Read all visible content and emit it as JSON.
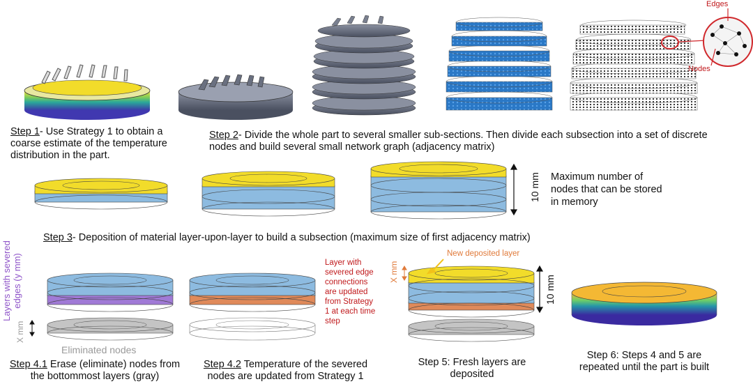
{
  "step1": {
    "label": "Step 1",
    "text": "- Use Strategy 1 to obtain a coarse estimate of the temperature distribution in the part."
  },
  "step2": {
    "label": "Step 2",
    "text": "-  Divide the whole part to several smaller sub-sections. Then divide each subsection into a set of discrete nodes and build several small network graph (adjacency matrix)"
  },
  "step3": {
    "label": "Step 3",
    "text": "- Deposition of material layer-upon-layer to build a subsection (maximum size of first adjacency matrix)"
  },
  "step3_dim": "10 mm",
  "step3_note": "Maximum number of nodes that can be stored in memory",
  "callout_edges": "Edges",
  "callout_nodes": "Nodes",
  "severed_label": "Layers with severed edges (y mm)",
  "x_mm_left": "X mm",
  "eliminated": "Eliminated nodes",
  "step41": {
    "label": "Step 4.1",
    "text": " Erase (eliminate) nodes from the bottommost layers (gray)"
  },
  "layer_note": "Layer with severed edge connections are updated from Strategy 1 at each time step",
  "step42": {
    "label": "Step 4.2",
    "text": " Temperature of the severed nodes are updated from Strategy 1"
  },
  "new_layer": "New deposited layer",
  "x_mm_right": "X mm",
  "step5_dim": "10 mm",
  "step5": "Step 5: Fresh layers are deposited",
  "step6": "Step 6: Steps 4 and 5 are repeated until the part is built",
  "colors": {
    "yellow": "#f2dc2a",
    "blue": "#7fb3dd",
    "purple": "#a07ad6",
    "orange": "#e08a5a",
    "gray": "#c4c4c4",
    "red": "#d0282c",
    "steel": "#5c6270"
  }
}
